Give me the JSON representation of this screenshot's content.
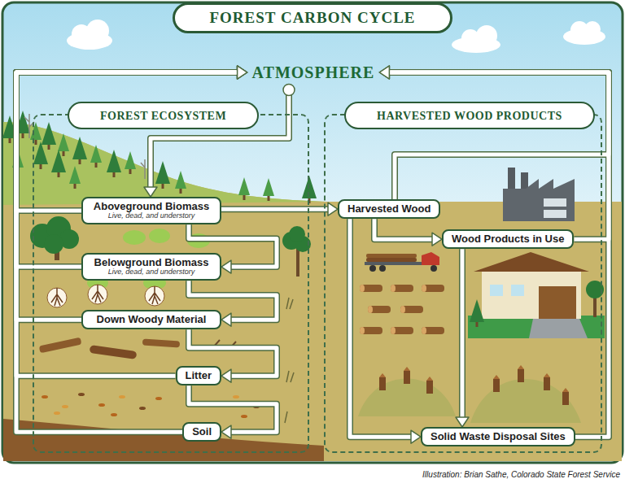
{
  "diagram": {
    "title": "FOREST CARBON CYCLE",
    "caption": "Illustration: Brian Sathe, Colorado State Forest Service",
    "nodes": [
      {
        "text": [
          "ATMOSPHERE"
        ]
      },
      {
        "text": [
          "FOREST ECOSYSTEM"
        ]
      },
      {
        "text": [
          "Aboveground Biomass",
          "Live, dead, and understory"
        ],
        "in": 1
      },
      {
        "text": [
          "Belowground Biomass",
          "Live, dead, and understory"
        ],
        "in": 1
      },
      {
        "text": [
          "Down Woody Material"
        ],
        "in": 1
      },
      {
        "text": [
          "Litter"
        ],
        "in": 1
      },
      {
        "text": [
          "Soil"
        ],
        "in": 1
      },
      {
        "text": [
          "HARVESTED WOOD PRODUCTS"
        ]
      },
      {
        "text": [
          "Harvested Wood"
        ],
        "in": 7
      },
      {
        "text": [
          "Wood Products in Use"
        ],
        "in": 7
      },
      {
        "text": [
          "Solid Waste Disposal Sites"
        ],
        "in": 7
      }
    ],
    "edges": [
      {
        "from": 0,
        "to": 2,
        "arrow": "to"
      },
      {
        "from": 2,
        "to": 0,
        "arrow": "to"
      },
      {
        "from": 3,
        "to": 0,
        "arrow": "to"
      },
      {
        "from": 4,
        "to": 0,
        "arrow": "to"
      },
      {
        "from": 5,
        "to": 0,
        "arrow": "to"
      },
      {
        "from": 6,
        "to": 0,
        "arrow": "to"
      },
      {
        "from": 2,
        "to": 3,
        "arrow": "to"
      },
      {
        "from": 3,
        "to": 4,
        "arrow": "to"
      },
      {
        "from": 4,
        "to": 5,
        "arrow": "to"
      },
      {
        "from": 5,
        "to": 6,
        "arrow": "to"
      },
      {
        "from": 2,
        "to": 8,
        "arrow": "to"
      },
      {
        "from": 8,
        "to": 9,
        "arrow": "to"
      },
      {
        "from": 8,
        "to": 10,
        "arrow": "to"
      },
      {
        "from": 9,
        "to": 10,
        "arrow": "to"
      },
      {
        "from": 9,
        "to": 0,
        "arrow": "to"
      },
      {
        "from": 10,
        "to": 0,
        "arrow": "to"
      },
      {
        "from": 8,
        "to": 0,
        "arrow": "to"
      }
    ]
  }
}
